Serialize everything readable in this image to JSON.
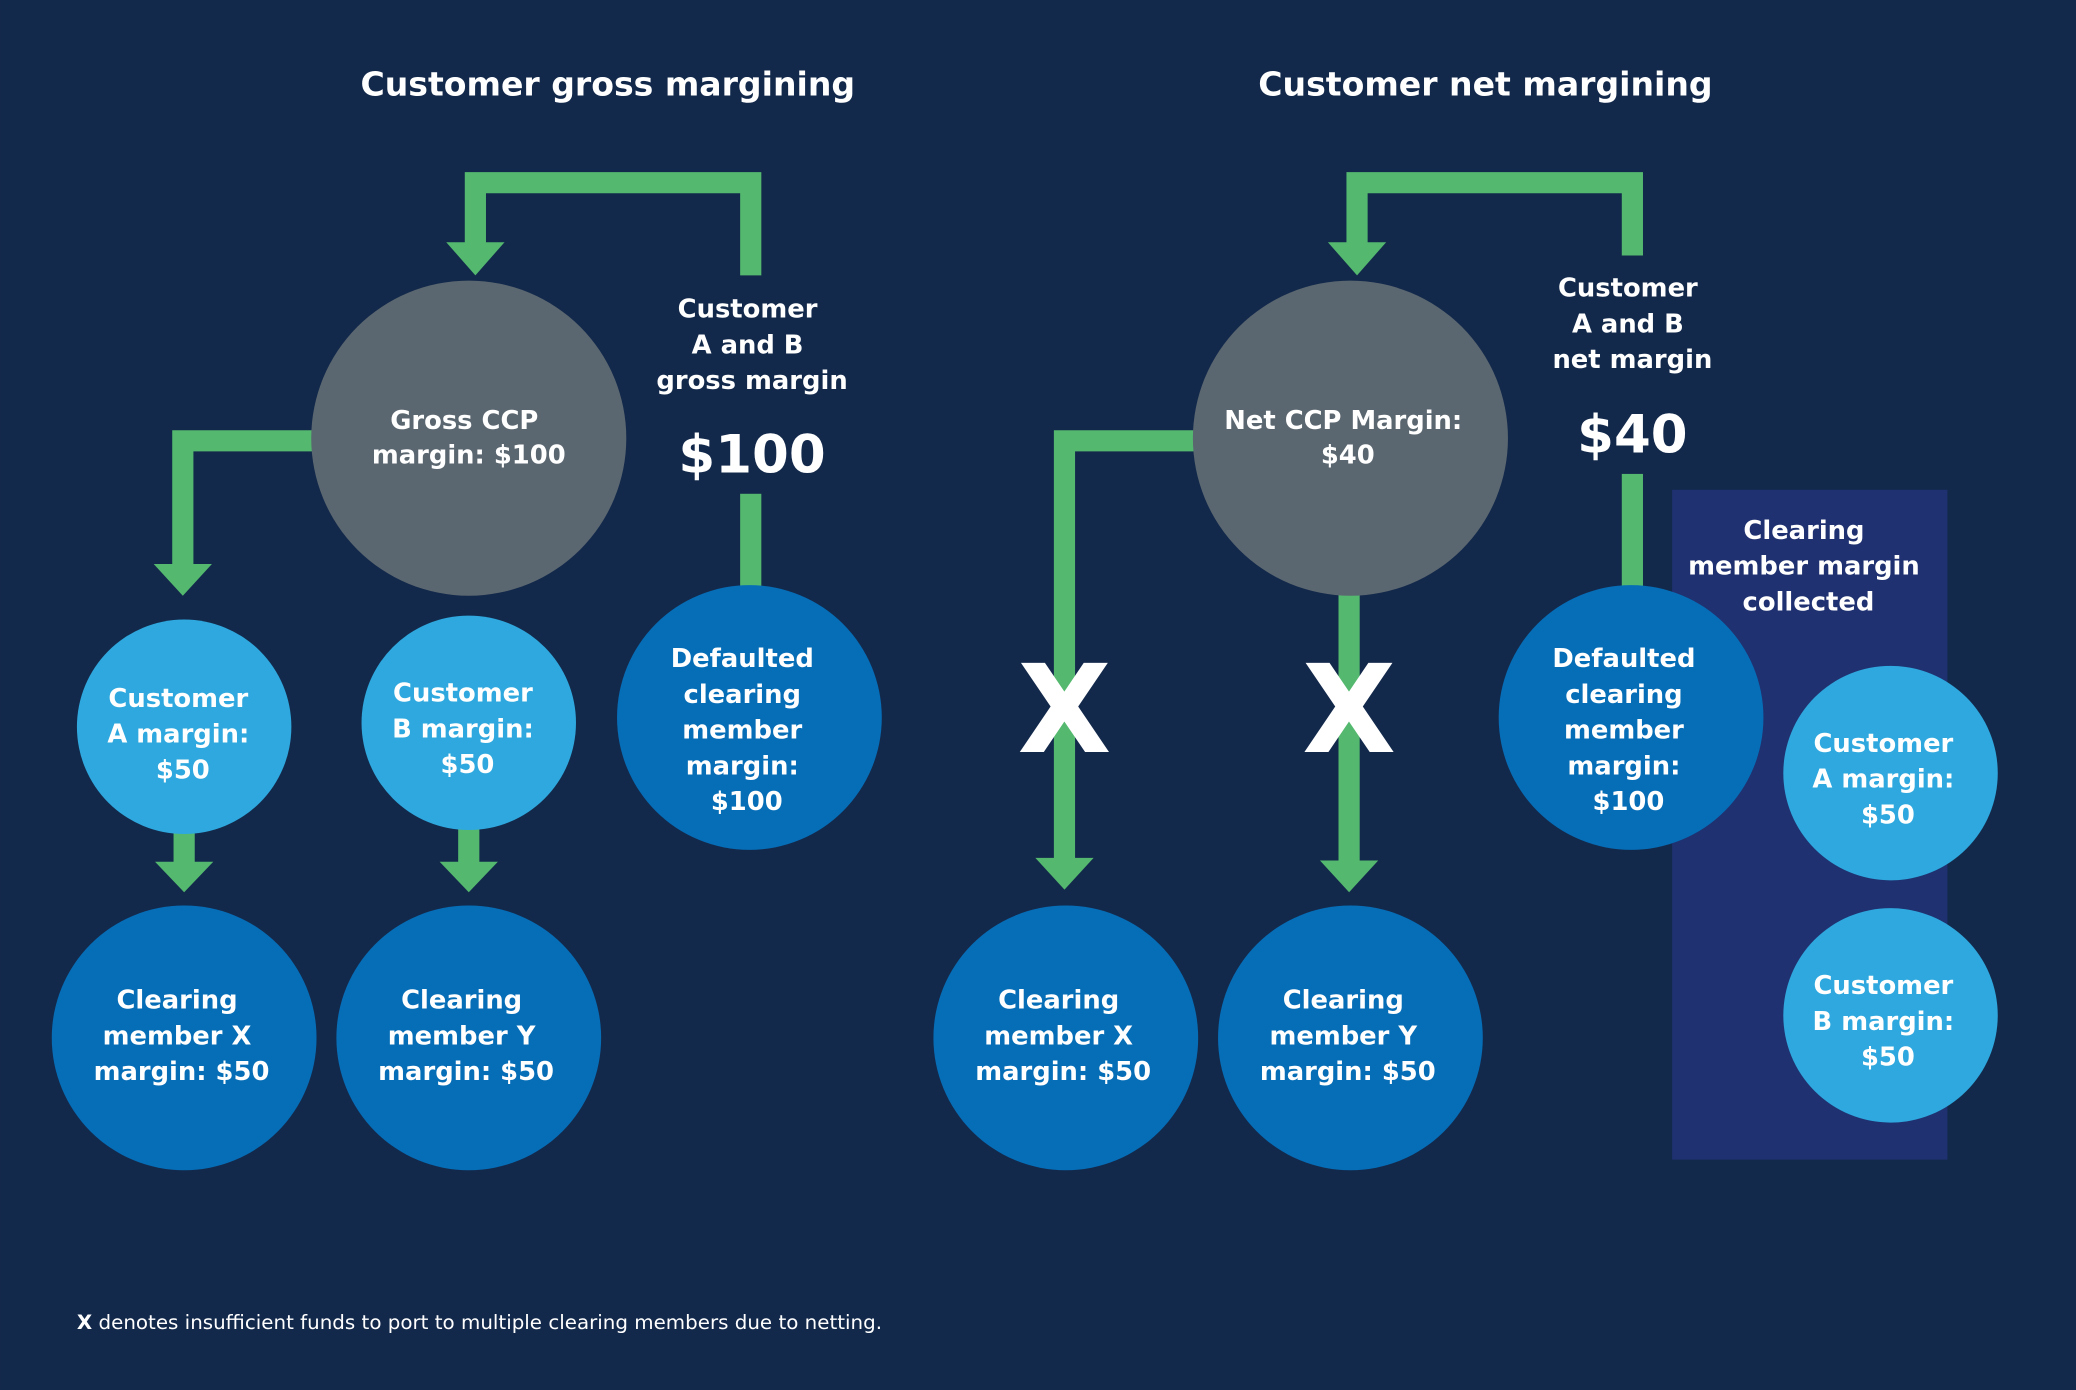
{
  "colors": {
    "background": "#13294b",
    "arrow": "#54b96f",
    "ccp_node": "#5b6770",
    "customer_node": "#2ea8de",
    "member_node": "#066db7",
    "panel": "#1f3170"
  },
  "gross": {
    "title": "Customer gross margining",
    "ccp_lines": [
      "Gross CCP",
      "margin: $100"
    ],
    "side_label": [
      "Customer",
      "A and B",
      "gross margin"
    ],
    "side_value": "$100",
    "defaulted_lines": [
      "Defaulted",
      "clearing",
      "member",
      "margin:",
      "$100"
    ],
    "customer_a": [
      "Customer",
      "A margin:",
      "$50"
    ],
    "customer_b": [
      "Customer",
      "B margin:",
      "$50"
    ],
    "member_x": [
      "Clearing",
      "member X",
      "margin: $50"
    ],
    "member_y": [
      "Clearing",
      "member Y",
      "margin: $50"
    ]
  },
  "net": {
    "title": "Customer net margining",
    "ccp_lines": [
      "Net CCP Margin:",
      "$40"
    ],
    "side_label": [
      "Customer",
      "A and B",
      "net margin"
    ],
    "side_value": "$40",
    "defaulted_lines": [
      "Defaulted",
      "clearing",
      "member",
      "margin:",
      "$100"
    ],
    "member_x": [
      "Clearing",
      "member X",
      "margin: $50"
    ],
    "member_y": [
      "Clearing",
      "member Y",
      "margin: $50"
    ],
    "x_mark": "X",
    "panel_title": [
      "Clearing",
      "member margin",
      "collected"
    ],
    "panel_customer_a": [
      "Customer",
      "A margin:",
      "$50"
    ],
    "panel_customer_b": [
      "Customer",
      "B margin:",
      "$50"
    ]
  },
  "footnote": {
    "marker": "X",
    "text": " denotes insufficient funds to port to multiple clearing members due to netting."
  }
}
